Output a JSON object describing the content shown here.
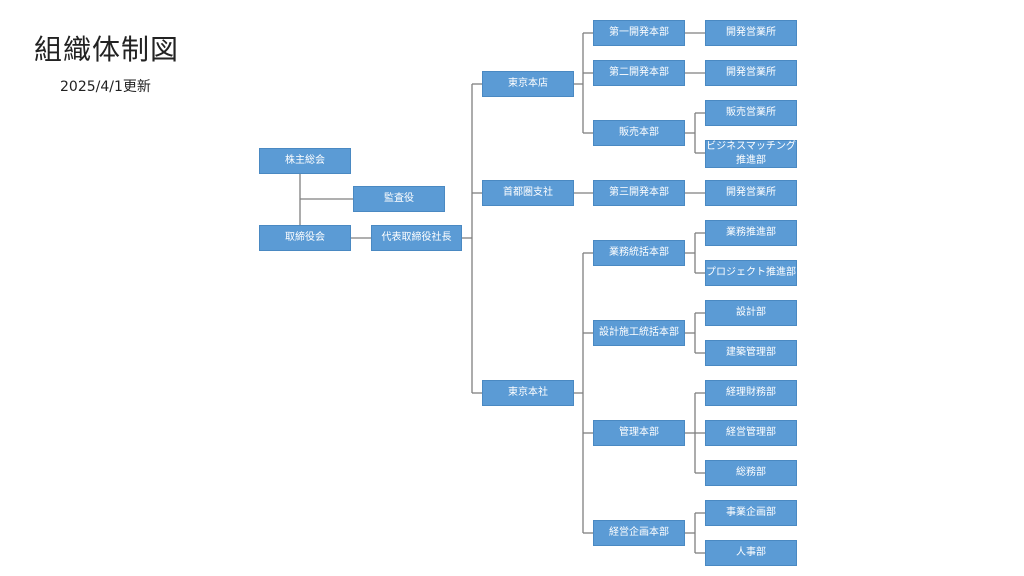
{
  "header": {
    "title": "組織体制図",
    "date": "2025/4/1更新"
  },
  "nodes": {
    "kabunushi": "株主総会",
    "kansayaku": "監査役",
    "torishimariyakukai": "取締役会",
    "daihyo": "代表取締役社長",
    "tokyo_honten": "東京本店",
    "shutoken": "首都圏支社",
    "tokyo_honsha": "東京本社",
    "kaihatsu1": "第一開発本部",
    "kaihatsu2": "第二開発本部",
    "hanbai": "販売本部",
    "kaihatsu3": "第三開発本部",
    "gyomu_tokatsu": "業務統括本部",
    "sekkei_sekou": "設計施工統括本部",
    "kanri": "管理本部",
    "keiei_kikaku": "経営企画本部",
    "eigyo1": "開発営業所",
    "eigyo2": "開発営業所",
    "hanbai_eigyo": "販売営業所",
    "business_match_1": "ビジネスマッチング",
    "business_match_2": "推進部",
    "eigyo3": "開発営業所",
    "gyomu_suishin": "業務推進部",
    "project_suishin": "プロジェクト推進部",
    "sekkei": "設計部",
    "kenchiku": "建築管理部",
    "keiri": "経理財務部",
    "keiei_kanri": "経営管理部",
    "somu": "総務部",
    "jigyo_kikaku": "事業企画部",
    "jinji": "人事部"
  },
  "colors": {
    "box": "#5b9bd5",
    "line": "#7f7f7f"
  }
}
